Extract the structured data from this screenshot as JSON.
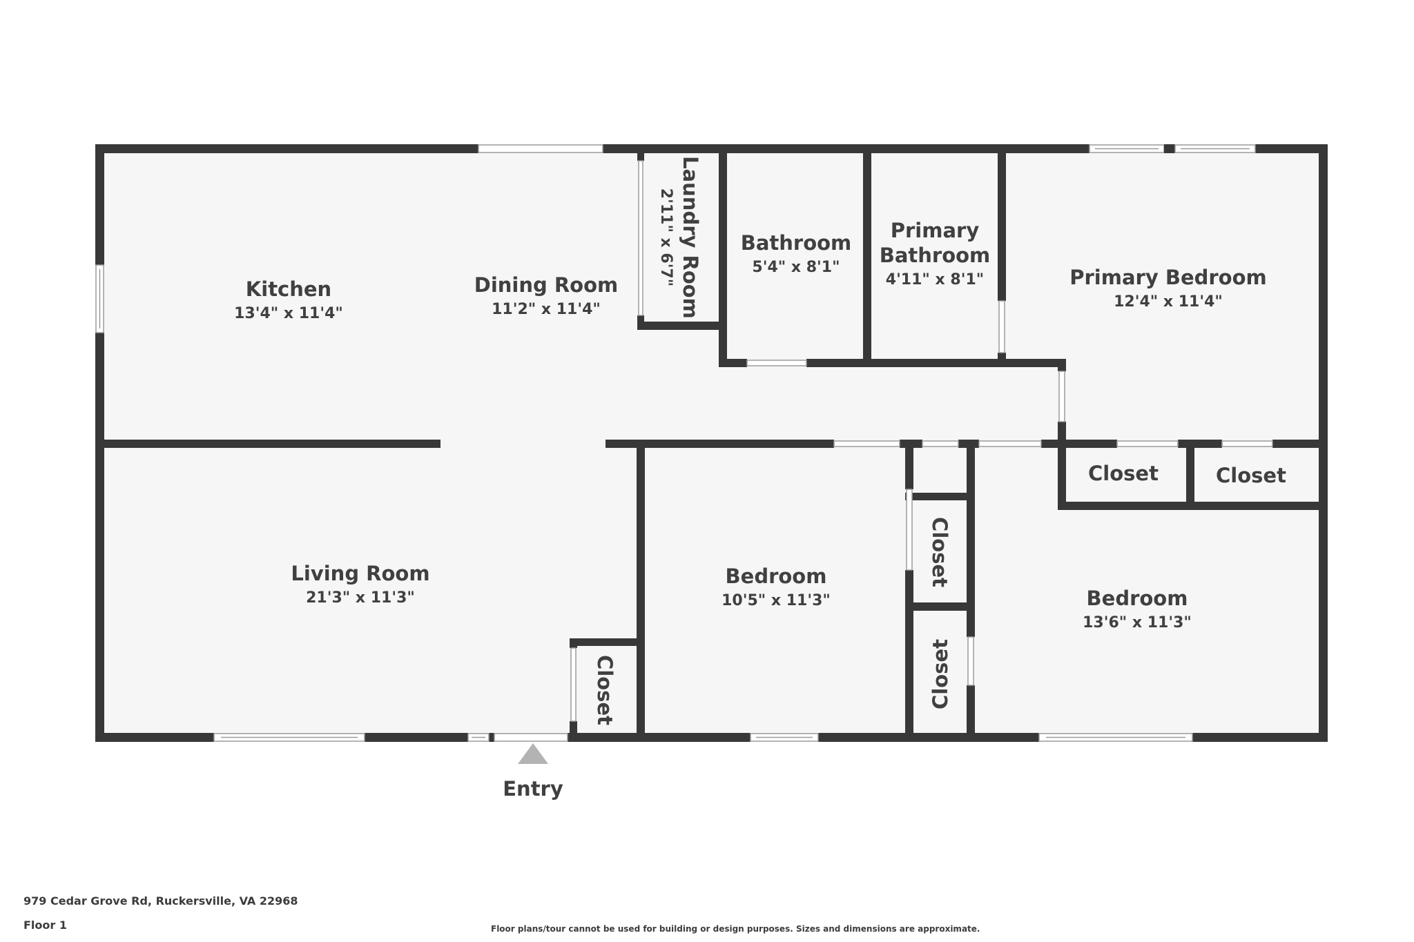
{
  "rooms": {
    "kitchen": {
      "name": "Kitchen",
      "dims": "13'4\" x 11'4\""
    },
    "dining_room": {
      "name": "Dining Room",
      "dims": "11'2\" x 11'4\""
    },
    "laundry_room": {
      "name": "Laundry Room",
      "dims": "2'11\" x 6'7\""
    },
    "bathroom": {
      "name": "Bathroom",
      "dims": "5'4\" x 8'1\""
    },
    "primary_bathroom": {
      "name_line1": "Primary",
      "name_line2": "Bathroom",
      "dims": "4'11\" x 8'1\""
    },
    "primary_bedroom": {
      "name": "Primary Bedroom",
      "dims": "12'4\" x 11'4\""
    },
    "living_room": {
      "name": "Living Room",
      "dims": "21'3\" x 11'3\""
    },
    "bedroom_1": {
      "name": "Bedroom",
      "dims": "10'5\" x 11'3\""
    },
    "bedroom_2": {
      "name": "Bedroom",
      "dims": "13'6\" x 11'3\""
    },
    "closet_living": {
      "name": "Closet"
    },
    "closet_upper_middle": {
      "name": "Closet"
    },
    "closet_lower_middle": {
      "name": "Closet"
    },
    "closet_primary_left": {
      "name": "Closet"
    },
    "closet_primary_right": {
      "name": "Closet"
    }
  },
  "entry": {
    "label": "Entry",
    "icon": "entry-arrow-icon"
  },
  "footer": {
    "address": "979 Cedar Grove Rd, Ruckersville, VA 22968",
    "floor": "Floor 1",
    "disclaimer": "Floor plans/tour cannot be used for building or design purposes. Sizes and dimensions are approximate."
  },
  "colors": {
    "wall": "#383838",
    "floor": "#f6f6f6",
    "text": "#404040",
    "entry_arrow": "#b3b3b3"
  }
}
